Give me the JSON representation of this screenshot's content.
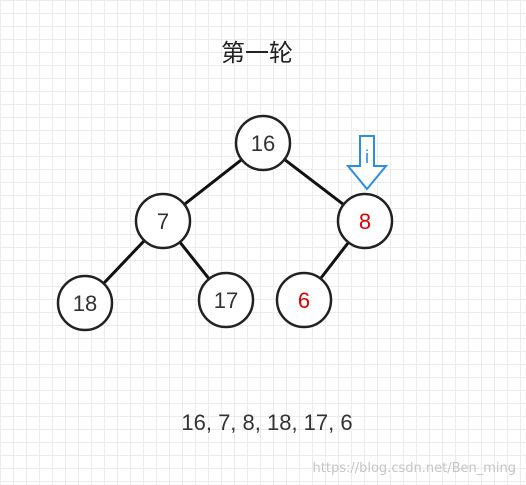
{
  "title": "第一轮",
  "tree": {
    "nodes": [
      {
        "id": "n0",
        "value": "16",
        "color": "#333333"
      },
      {
        "id": "n1",
        "value": "7",
        "color": "#333333"
      },
      {
        "id": "n2",
        "value": "8",
        "color": "#e00000"
      },
      {
        "id": "n3",
        "value": "18",
        "color": "#333333"
      },
      {
        "id": "n4",
        "value": "17",
        "color": "#333333"
      },
      {
        "id": "n5",
        "value": "6",
        "color": "#e00000"
      }
    ],
    "edges": [
      [
        "n0",
        "n1"
      ],
      [
        "n0",
        "n2"
      ],
      [
        "n1",
        "n3"
      ],
      [
        "n1",
        "n4"
      ],
      [
        "n2",
        "n5"
      ]
    ]
  },
  "pointer": {
    "label": "i",
    "target": "n2",
    "color": "#2a8fe0"
  },
  "sequence": "16, 7, 8, 18, 17, 6",
  "watermark": "https://blog.csdn.net/Ben_ming"
}
